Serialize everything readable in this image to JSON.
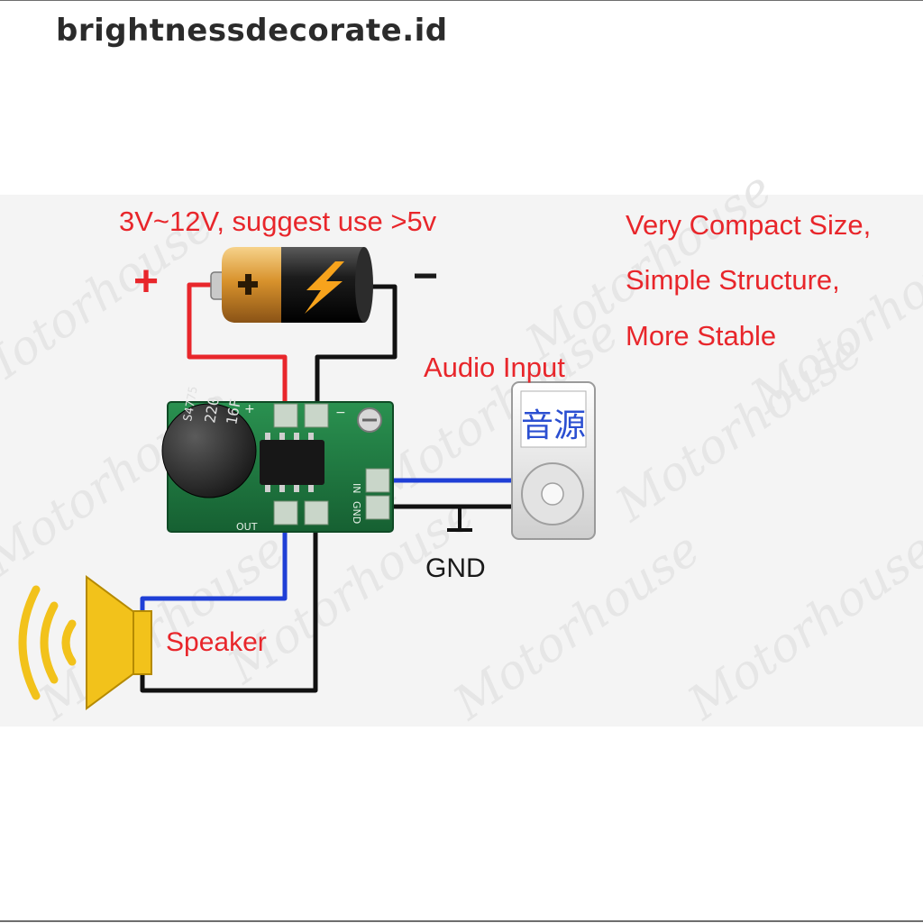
{
  "store": {
    "name": "brightnessdecorate.id"
  },
  "diagram": {
    "voltage_note": "3V~12V, suggest use >5v",
    "plus_sign": "+",
    "minus_sign": "−",
    "features": [
      "Very Compact Size,",
      "Simple Structure,",
      "More Stable"
    ],
    "audio_input": "Audio Input",
    "source_label": "音源",
    "gnd": "GND",
    "speaker": "Speaker",
    "watermark": "Motorhouse",
    "pcb": {
      "plus": "+",
      "minus": "−",
      "in": "IN",
      "gnd": "GND",
      "out": "OUT"
    },
    "capacitor": [
      "S4775",
      "220",
      "16F"
    ]
  },
  "colors": {
    "red": "#e8262b",
    "blue": "#1f3fd6",
    "pcb_green": "#1f7a3e",
    "speaker_yellow": "#f2c21b"
  }
}
